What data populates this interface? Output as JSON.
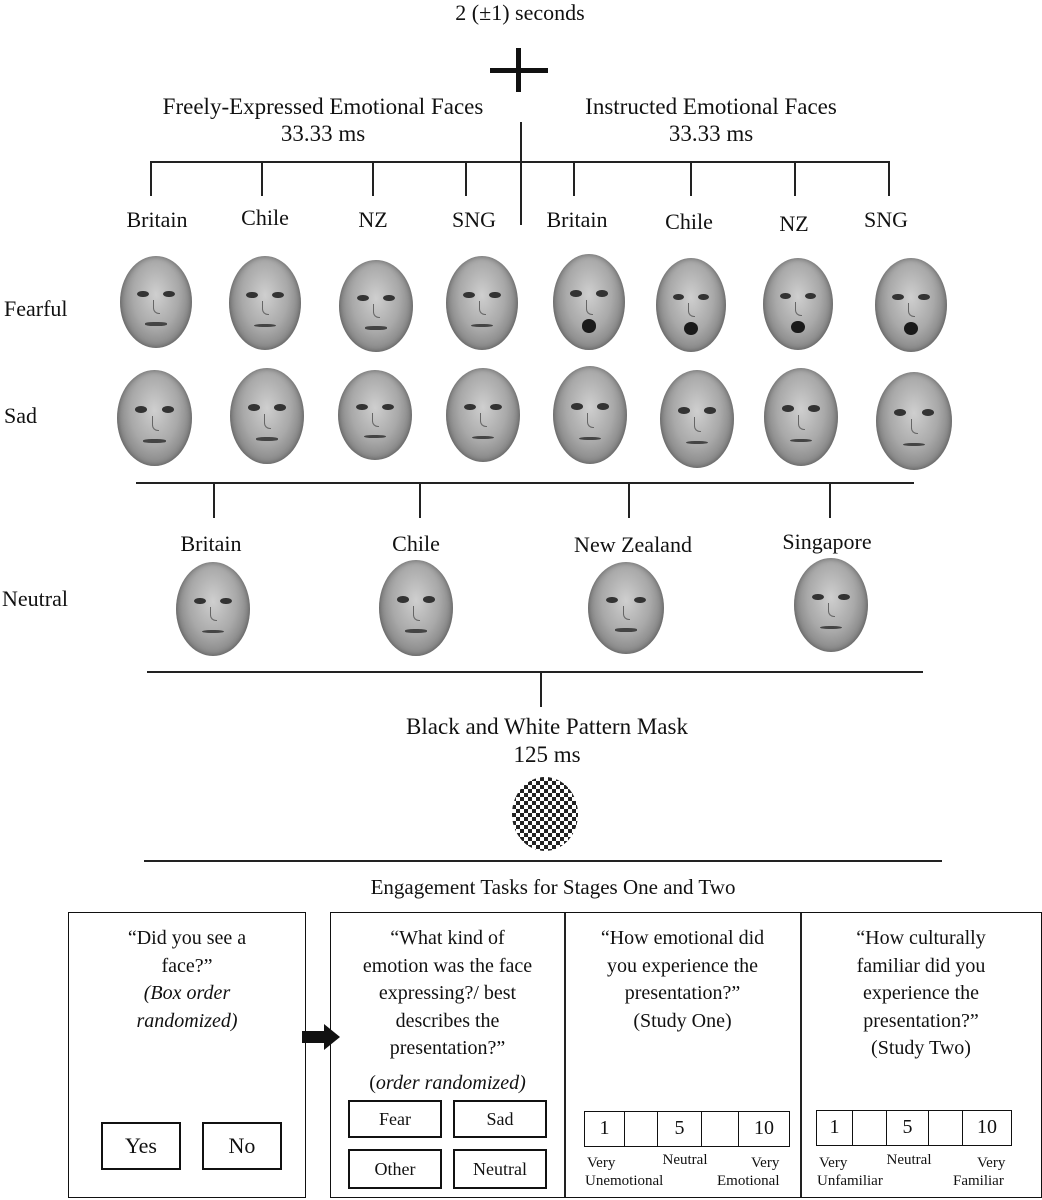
{
  "fixation": {
    "duration": "2 (±1) seconds",
    "symbol": "+"
  },
  "emotional": {
    "free_title": "Freely-Expressed Emotional Faces",
    "free_time": "33.33 ms",
    "instructed_title": "Instructed Emotional Faces",
    "instructed_time": "33.33 ms",
    "countries": [
      "Britain",
      "Chile",
      "NZ",
      "SNG",
      "Britain",
      "Chile",
      "NZ",
      "SNG"
    ],
    "row_fearful": "Fearful",
    "row_sad": "Sad"
  },
  "neutral": {
    "row_label": "Neutral",
    "countries": [
      "Britain",
      "Chile",
      "New Zealand",
      "Singapore"
    ]
  },
  "mask": {
    "title": "Black and White Pattern Mask",
    "time": "125 ms"
  },
  "tasks": {
    "heading": "Engagement Tasks for Stages One and Two",
    "box1": {
      "q1": "“Did you see a",
      "q2": "face?”",
      "n1": "(Box order",
      "n2": "randomized)",
      "yes": "Yes",
      "no": "No"
    },
    "box2": {
      "q1": "“What kind of",
      "q2": "emotion was the face",
      "q3": "expressing?/ best",
      "q4": "describes the",
      "q5": "presentation?”",
      "note_open": "(",
      "note_italic": "order randomized)",
      "opt_fear": "Fear",
      "opt_sad": "Sad",
      "opt_other": "Other",
      "opt_neutral": "Neutral"
    },
    "box3": {
      "q1": "“How emotional did",
      "q2": "you experience the",
      "q3": "presentation?”",
      "q4": "(Study One)",
      "s1": "1",
      "s5": "5",
      "s10": "10",
      "low1": "Very",
      "low2": "Unemotional",
      "mid": "Neutral",
      "high1": "Very",
      "high2": "Emotional"
    },
    "box4": {
      "q1": "“How culturally",
      "q2": "familiar did you",
      "q3": "experience the",
      "q4": "presentation?”",
      "q5": "(Study Two)",
      "s1": "1",
      "s5": "5",
      "s10": "10",
      "low1": "Very",
      "low2": "Unfamiliar",
      "mid": "Neutral",
      "high1": "Very",
      "high2": "Familiar"
    }
  }
}
